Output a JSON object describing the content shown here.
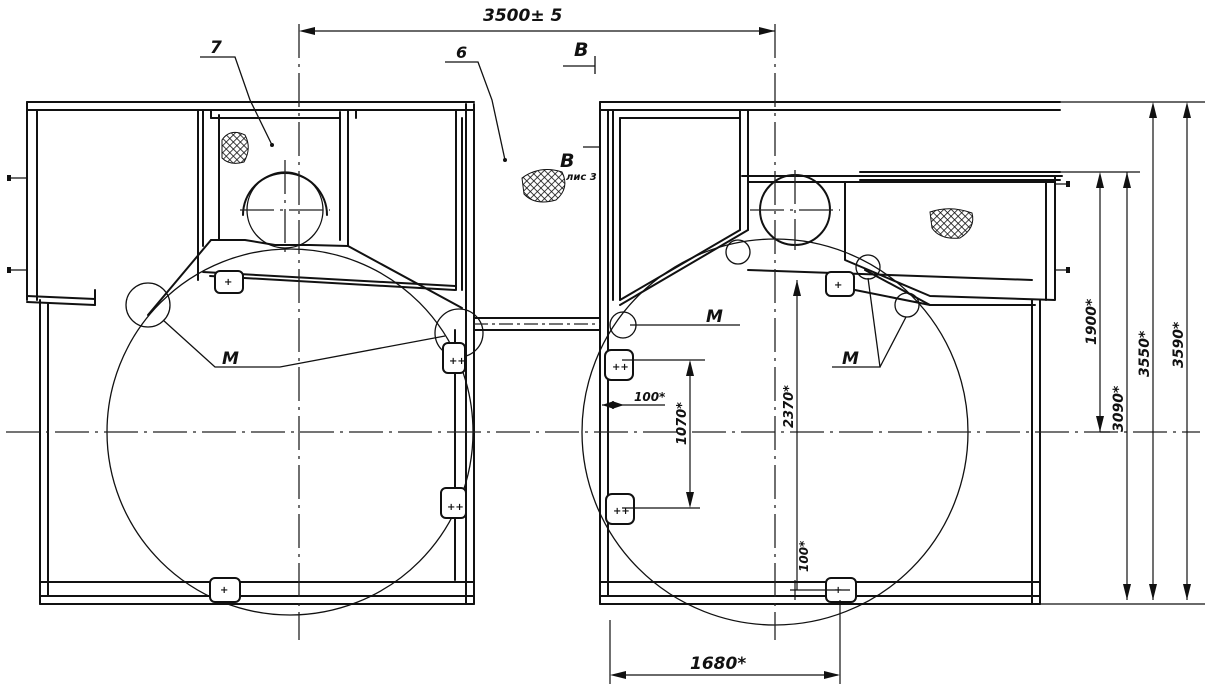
{
  "labels": {
    "top_dimension": "3500± 5",
    "callout_6": "6",
    "callout_7": "7",
    "view_b_top": "B",
    "view_b_mid": "B",
    "view_b_sheet": "лис 3",
    "m_left": "M",
    "m_center": "M",
    "m_right": "M",
    "dim_100_star": "100*",
    "dim_1070_star": "1070*",
    "dim_2370_star": "2370*",
    "dim_100_bottom": "100*",
    "dim_1680_star": "1680*",
    "dim_1900_star": "1900*",
    "dim_3090_star": "3090*",
    "dim_3550_star": "3550*",
    "dim_3590_star": "3590*"
  }
}
